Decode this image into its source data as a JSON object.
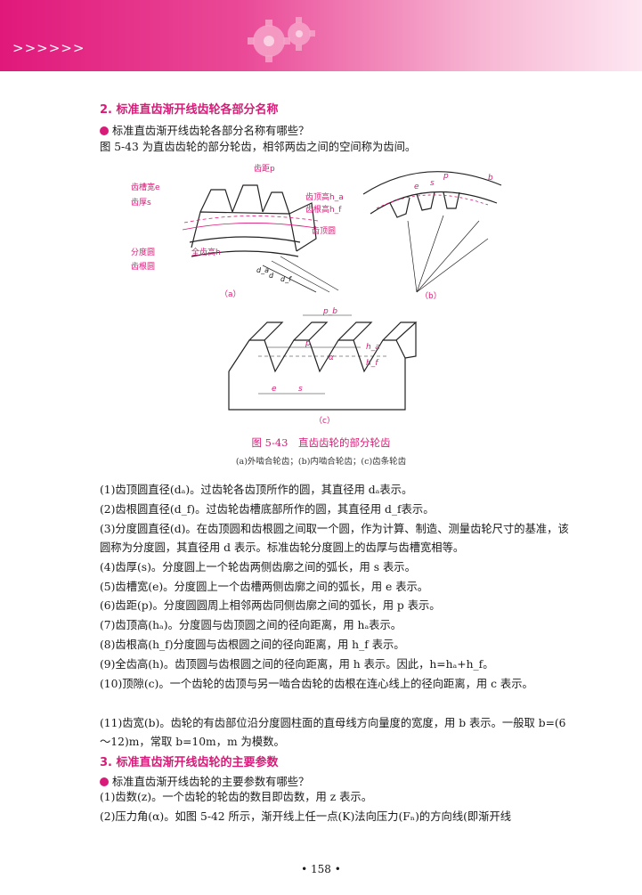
{
  "header": {
    "chevrons": ">>>>>>"
  },
  "section2": {
    "title": "2. 标准直齿渐开线齿轮各部分名称"
  },
  "q1": {
    "text": "标准直齿渐开线齿轮各部分名称有哪些？"
  },
  "intro": "图 5-43 为直齿齿轮的部分轮齿，相邻两齿之间的空间称为齿间。",
  "figure": {
    "a": {
      "labels": [
        "齿槽宽e",
        "齿厚s",
        "齿距p",
        "齿顶高h_a",
        "齿根高h_f",
        "齿顶圆",
        "分度圆",
        "齿根圆",
        "全齿高h",
        "d_a",
        "d",
        "d_f"
      ],
      "tag": "（a）"
    },
    "b": {
      "labels": [
        "b",
        "e",
        "s",
        "p"
      ],
      "tag": "（b）"
    },
    "c": {
      "labels": [
        "p_b",
        "p",
        "h_a",
        "h_f",
        "e",
        "s",
        "α"
      ],
      "tag": "（c）"
    },
    "caption": "图 5-43　直齿齿轮的部分轮齿",
    "subcaption": "(a)外啮合轮齿；(b)内啮合轮齿；(c)齿条轮齿"
  },
  "items": [
    "(1)齿顶圆直径(dₐ)。过齿轮各齿顶所作的圆，其直径用 dₐ表示。",
    "(2)齿根圆直径(d_f)。过齿轮齿槽底部所作的圆，其直径用 d_f表示。",
    "(3)分度圆直径(d)。在齿顶圆和齿根圆之间取一个圆，作为计算、制造、测量齿轮尺寸的基准，该圆称为分度圆，其直径用 d 表示。标准齿轮分度圆上的齿厚与齿槽宽相等。",
    "(4)齿厚(s)。分度圆上一个轮齿两侧齿廓之间的弧长，用 s 表示。",
    "(5)齿槽宽(e)。分度圆上一个齿槽两侧齿廓之间的弧长，用 e 表示。",
    "(6)齿距(p)。分度圆圆周上相邻两齿同侧齿廓之间的弧长，用 p 表示。",
    "(7)齿顶高(hₐ)。分度圆与齿顶圆之间的径向距离，用 hₐ表示。",
    "(8)齿根高(h_f)分度圆与齿根圆之间的径向距离，用 h_f 表示。",
    "(9)全齿高(h)。齿顶圆与齿根圆之间的径向距离，用 h 表示。因此，h=hₐ+h_f。",
    "(10)顶隙(c)。一个齿轮的齿顶与另一啮合齿轮的齿根在连心线上的径向距离，用 c 表示。",
    "(11)齿宽(b)。齿轮的有齿部位沿分度圆柱面的直母线方向量度的宽度，用 b 表示。一般取 b=(6～12)m，常取 b=10m，m 为模数。"
  ],
  "section3": {
    "title": "3. 标准直齿渐开线齿轮的主要参数"
  },
  "q2": {
    "text": "标准直齿渐开线齿轮的主要参数有哪些？"
  },
  "items3": [
    "(1)齿数(z)。一个齿轮的轮齿的数目即齿数，用 z 表示。",
    "(2)压力角(α)。如图 5-42 所示，渐开线上任一点(K)法向压力(Fₙ)的方向线(即渐开线"
  ],
  "page": {
    "number": "• 158 •"
  }
}
